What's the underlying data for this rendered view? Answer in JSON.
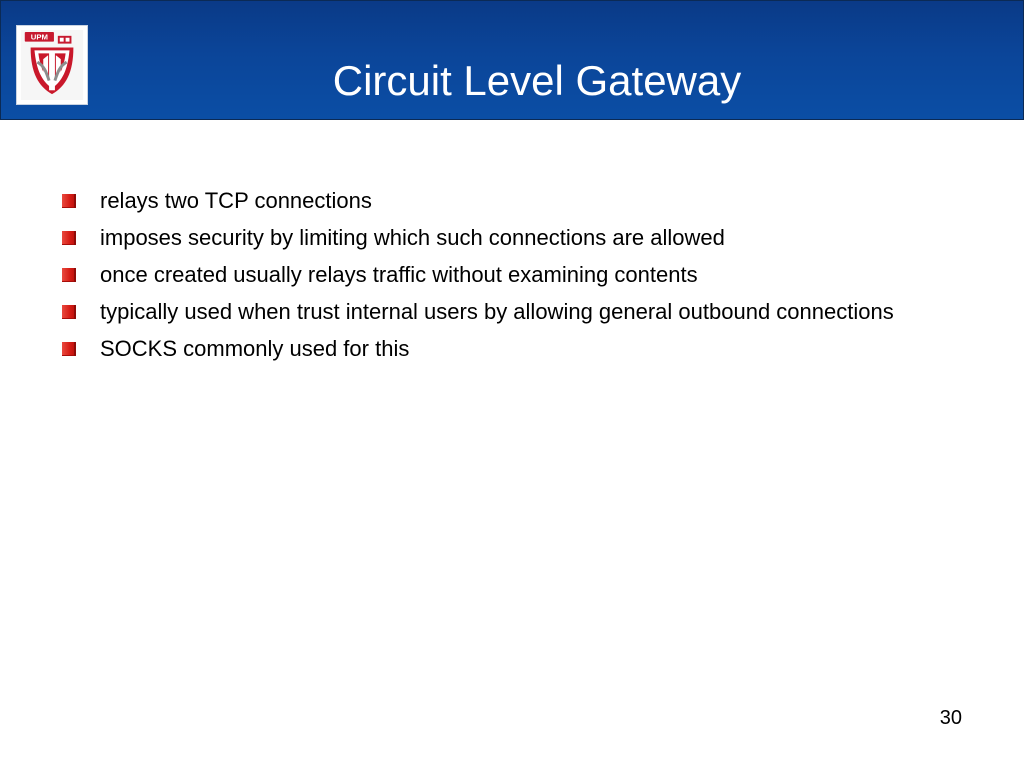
{
  "slide": {
    "logo_text": "UPM",
    "title": "Circuit Level Gateway",
    "bullets": [
      "relays two TCP connections",
      "imposes security by limiting which such connections are allowed",
      "once created usually relays traffic without examining contents",
      "typically used when trust internal users by allowing general outbound connections",
      "SOCKS commonly used for this"
    ],
    "page_number": "30"
  },
  "colors": {
    "header": "#0b4599",
    "bullet": "#d61d16",
    "title_text": "#ffffff"
  }
}
